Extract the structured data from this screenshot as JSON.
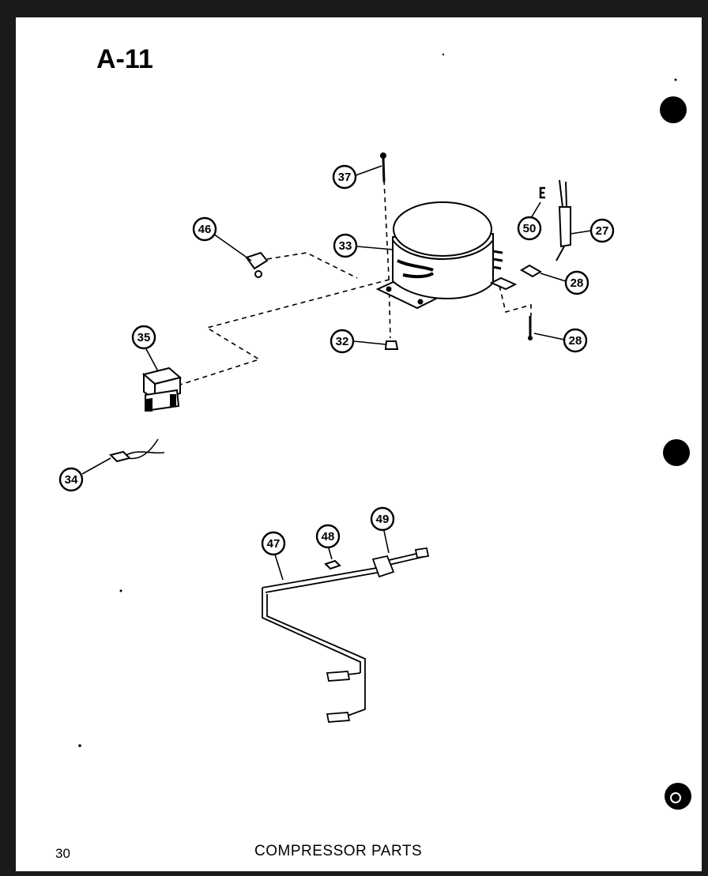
{
  "page": {
    "title": "A-11",
    "page_number": "30",
    "caption": "COMPRESSOR PARTS"
  },
  "callouts": {
    "c27": "27",
    "c28a": "28",
    "c28b": "28",
    "c32": "32",
    "c33": "33",
    "c34": "34",
    "c35": "35",
    "c37": "37",
    "c46": "46",
    "c47": "47",
    "c48": "48",
    "c49": "49",
    "c50": "50"
  },
  "colors": {
    "ink": "#000000",
    "paper": "#ffffff",
    "border": "#1a1a1a"
  }
}
